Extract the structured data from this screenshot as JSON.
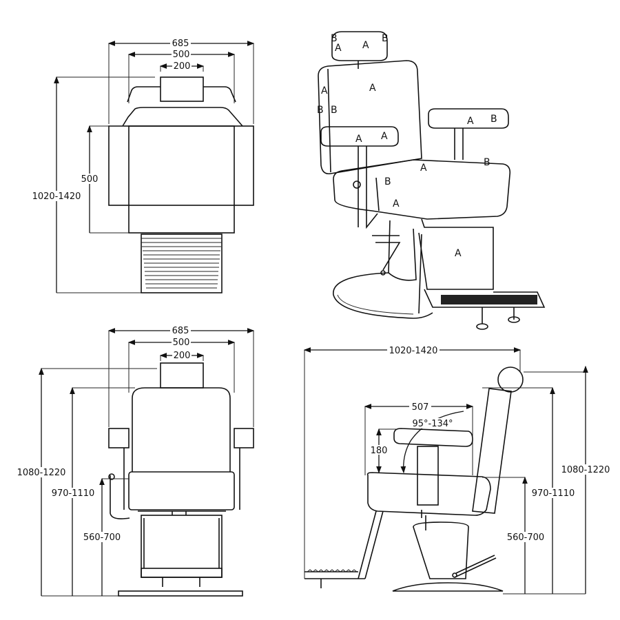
{
  "top_view": {
    "width_outer": "685",
    "width_seat": "500",
    "width_headrest": "200",
    "seat_depth": "500",
    "length": "1020-1420"
  },
  "perspective_view": {
    "material_a": "A",
    "material_b": "B"
  },
  "front_view": {
    "width_outer": "685",
    "width_seat": "500",
    "width_headrest": "200",
    "height_total": "1080-1220",
    "height_back": "970-1110",
    "height_seat": "560-700"
  },
  "side_view": {
    "length": "1020-1420",
    "seat_depth": "507",
    "recline_angle": "95°-134°",
    "armrest_height": "180",
    "height_total": "1080-1220",
    "height_back": "970-1110",
    "height_seat": "560-700"
  }
}
